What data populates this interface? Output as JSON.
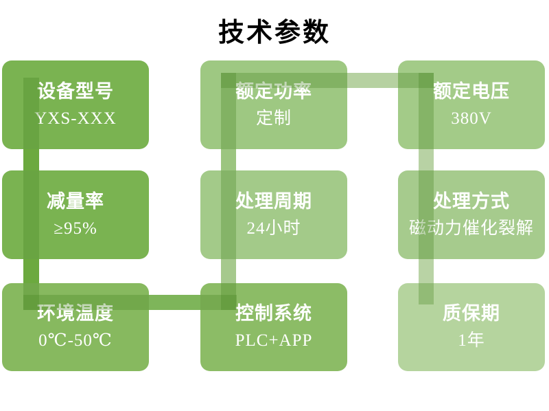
{
  "title": "技术参数",
  "cells": [
    {
      "label": "设备型号",
      "value": "YXS-XXX"
    },
    {
      "label": "额定功率",
      "value": "定制"
    },
    {
      "label": "额定电压",
      "value": "380V"
    },
    {
      "label": "减量率",
      "value": "≥95%"
    },
    {
      "label": "处理周期",
      "value": "24小时"
    },
    {
      "label": "处理方式",
      "value": "磁动力催化裂解"
    },
    {
      "label": "环境温度",
      "value": "0℃-50℃"
    },
    {
      "label": "控制系统",
      "value": "PLC+APP"
    },
    {
      "label": "质保期",
      "value": "1年"
    }
  ],
  "flow_sequence": [
    "设备型号",
    "减量率",
    "环境温度",
    "控制系统",
    "处理周期",
    "额定功率",
    "额定电压",
    "处理方式",
    "质保期"
  ],
  "palette": {
    "title_color": "#000000",
    "card_text_color": "#FFFFFF",
    "box_colors": [
      "#7AB351",
      "#9EC882",
      "#A3CB88",
      "#7AB351",
      "#A3CA89",
      "#A6CB8D",
      "#87B95F",
      "#8CBC66",
      "#B5D49E"
    ],
    "connector_gap_colors": [
      "#6CA93F",
      "#7EB55A",
      "#9CC580",
      "#A6C98D",
      "#B6D1A1",
      "#B8D2A4",
      "#B9D3A5"
    ]
  }
}
